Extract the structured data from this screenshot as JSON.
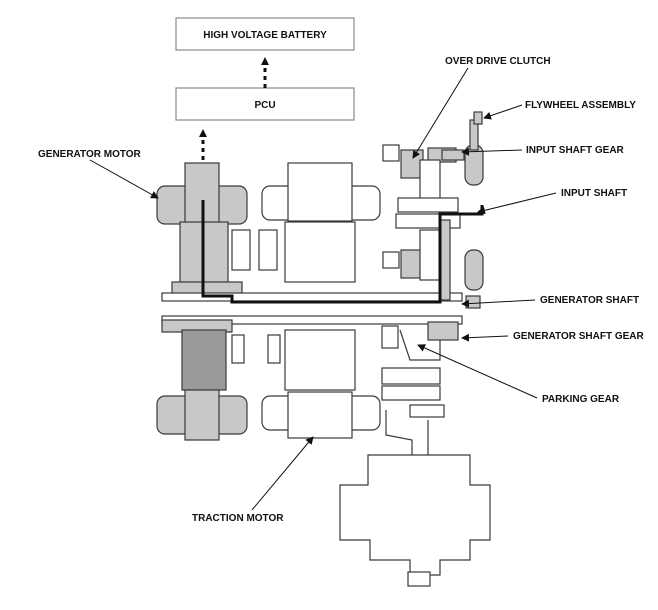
{
  "blocks": {
    "battery": "HIGH VOLTAGE BATTERY",
    "pcu": "PCU"
  },
  "labels": {
    "over_drive_clutch": "OVER DRIVE CLUTCH",
    "flywheel_assembly": "FLYWHEEL ASSEMBLY",
    "input_shaft_gear": "INPUT SHAFT GEAR",
    "input_shaft": "INPUT SHAFT",
    "generator_motor": "GENERATOR MOTOR",
    "generator_shaft": "GENERATOR SHAFT",
    "generator_shaft_gear": "GENERATOR SHAFT GEAR",
    "parking_gear": "PARKING GEAR",
    "traction_motor": "TRACTION MOTOR"
  }
}
